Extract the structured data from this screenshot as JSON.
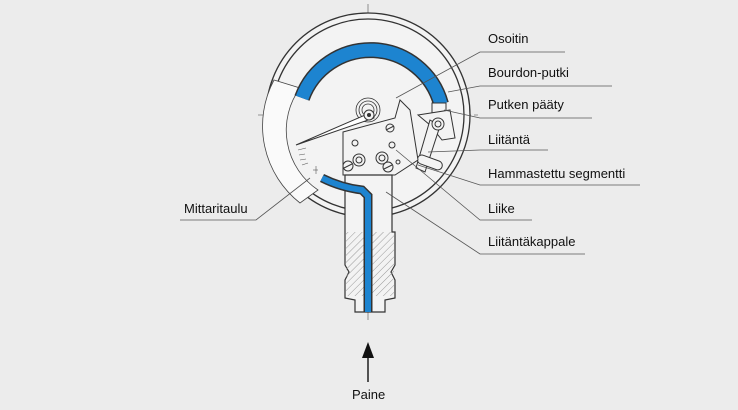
{
  "labels": {
    "pointer": "Osoitin",
    "bourdon_tube": "Bourdon-putki",
    "tube_end": "Putken pääty",
    "connection": "Liitäntä",
    "toothed_segment": "Hammastettu segmentti",
    "movement": "Liike",
    "connection_piece": "Liitäntäkappale",
    "dial": "Mittaritaulu",
    "pressure": "Paine"
  },
  "colors": {
    "tube": "#1d84d0",
    "line": "#333333",
    "background": "#ececec"
  }
}
